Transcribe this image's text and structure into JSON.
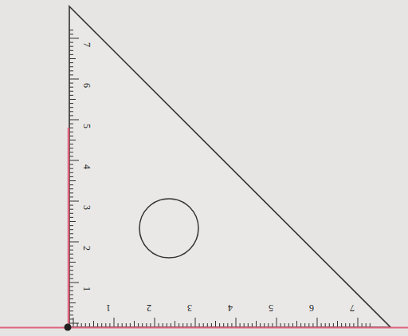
{
  "diagram": {
    "labels": [
      "1",
      "2",
      "3",
      "4",
      "5",
      "6",
      "7",
      "1",
      "2",
      "3",
      "4",
      "5",
      "6",
      "7"
    ]
  }
}
